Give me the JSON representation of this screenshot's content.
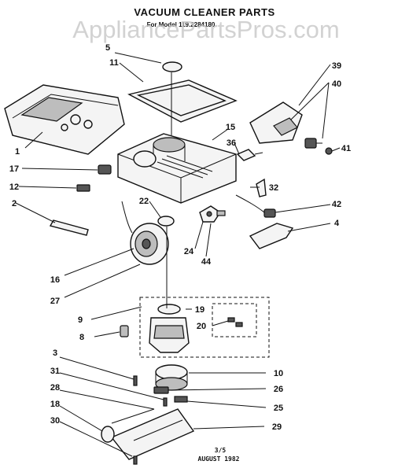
{
  "title": "VACUUM CLEANER PARTS",
  "subtitle": "For Model 119.2284180",
  "watermark": "AppliancePartsPros.com",
  "footer": {
    "page": "3/5",
    "date": "AUGUST 1982"
  },
  "callouts": {
    "c1": "1",
    "c2": "2",
    "c3": "3",
    "c4": "4",
    "c5": "5",
    "c8": "8",
    "c9": "9",
    "c10": "10",
    "c11": "11",
    "c12": "12",
    "c15": "15",
    "c16": "16",
    "c17": "17",
    "c18": "18",
    "c19": "19",
    "c20": "20",
    "c22": "22",
    "c24": "24",
    "c25": "25",
    "c26": "26",
    "c27": "27",
    "c28": "28",
    "c29": "29",
    "c30": "30",
    "c31": "31",
    "c32": "32",
    "c36": "36",
    "c39": "39",
    "c40": "40",
    "c41": "41",
    "c42": "42",
    "c44": "44"
  }
}
